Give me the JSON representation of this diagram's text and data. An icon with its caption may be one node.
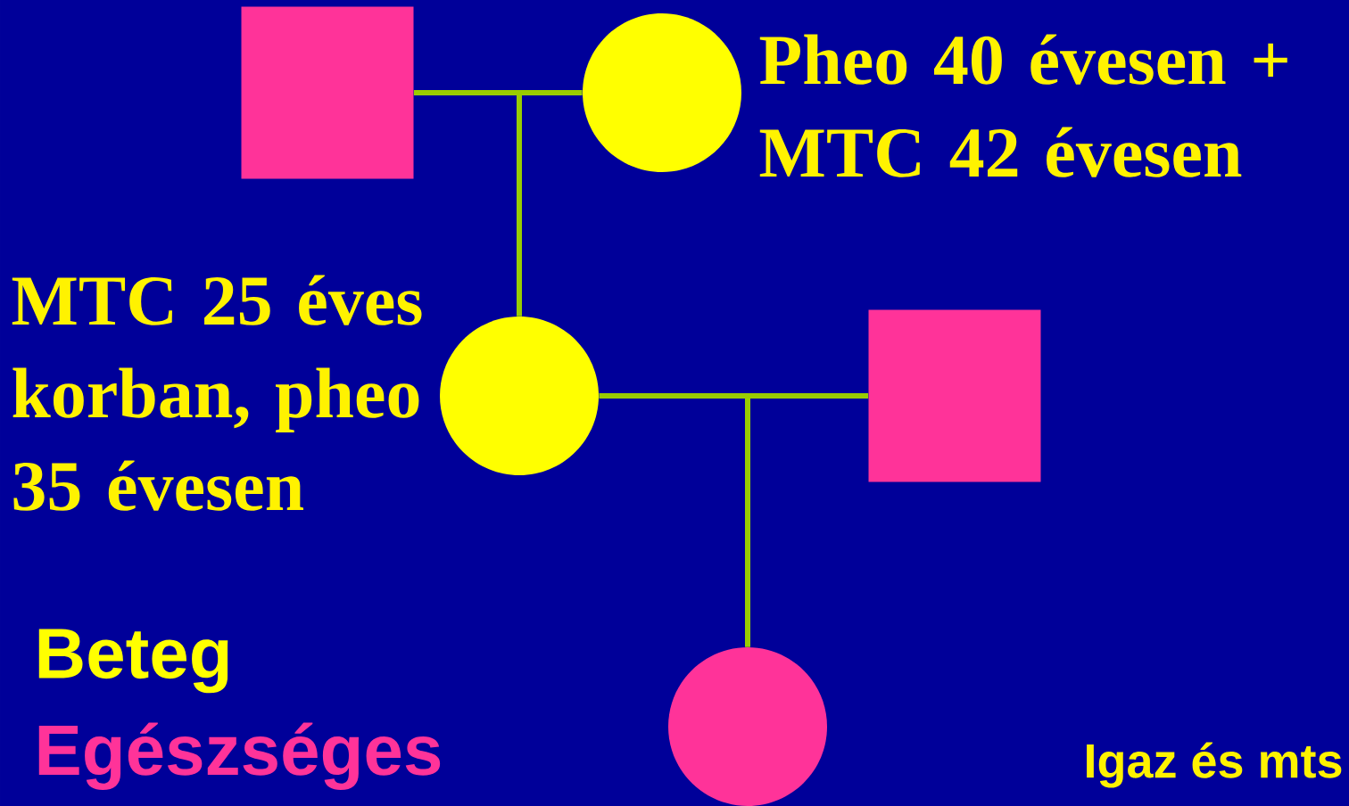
{
  "diagram": {
    "nodes": [
      {
        "text": [],
        "shape": "box"
      },
      {
        "text": [],
        "shape": "circle",
        "beside": [
          "Pheo 40 évesen + MTC 42 évesen"
        ]
      },
      {
        "text": [],
        "shape": "circle",
        "beside": [
          "MTC 25 éves korban, pheo 35 évesen"
        ]
      },
      {
        "text": [],
        "shape": "box"
      },
      {
        "text": [],
        "shape": "circle"
      }
    ],
    "edges": [
      {
        "from": 0,
        "to": 2,
        "arrow": "none"
      },
      {
        "from": 1,
        "to": 2,
        "arrow": "none"
      },
      {
        "from": 2,
        "to": 4,
        "arrow": "none"
      },
      {
        "from": 3,
        "to": 4,
        "arrow": "none"
      }
    ],
    "labels": [
      "Igaz és mts"
    ],
    "legend": [
      {
        "text": "Beteg",
        "color": "#ffff00"
      },
      {
        "text": "Egészséges",
        "color": "#ff3399"
      }
    ]
  }
}
